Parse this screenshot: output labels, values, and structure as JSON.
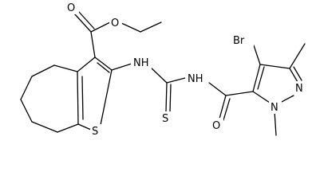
{
  "molecule": {
    "atom_labels": {
      "ester_carbonyl_o": "O",
      "ester_ether_o": "O",
      "thiophene_s": "S",
      "amine_nh_left": "NH",
      "amine_nh_right": "NH",
      "thiourea_s": "S",
      "amide_o": "O",
      "bromine": "Br",
      "pyrazole_n1": "N",
      "pyrazole_n2": "N"
    }
  }
}
